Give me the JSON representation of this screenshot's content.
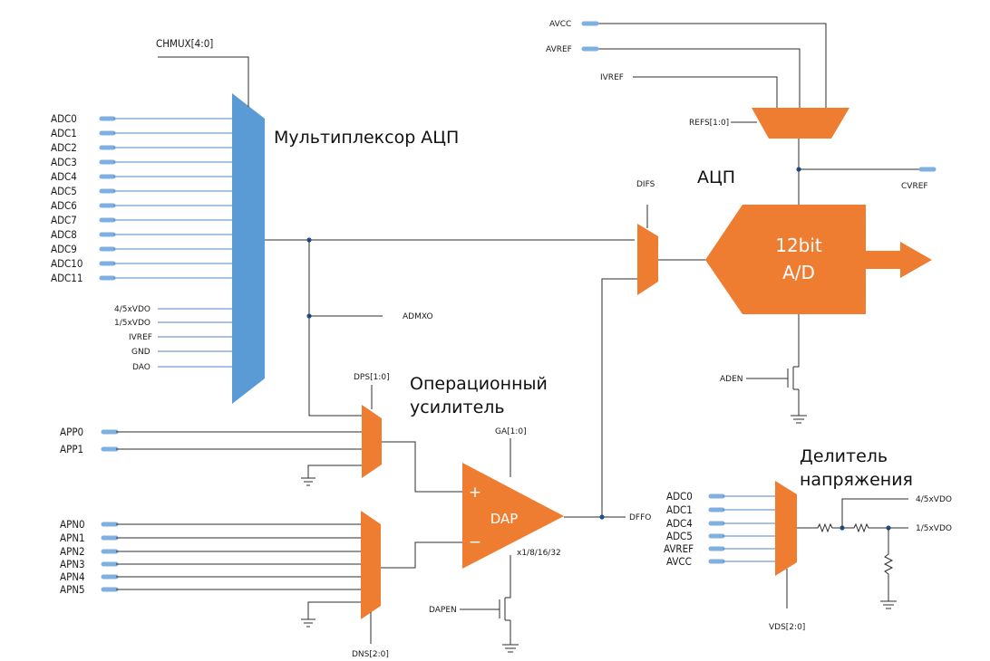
{
  "colors": {
    "orange": "#ee7d31",
    "blue": "#5b9bd5",
    "wire": "#2c2c2c",
    "pin": "#7fb0e0",
    "node": "#1f4f8f"
  },
  "titles": {
    "mux": "Мультиплексор АЦП",
    "adc": "АЦП",
    "opamp_line1": "Операционный",
    "opamp_line2": "усилитель",
    "divider_line1": "Делитель",
    "divider_line2": "напряжения"
  },
  "signals": {
    "chmux": "CHMUX[4:0]",
    "admxo": "ADMXO",
    "dps": "DPS[1:0]",
    "dns": "DNS[2:0]",
    "ga": "GA[1:0]",
    "dffo": "DFFO",
    "dapen": "DAPEN",
    "gain": "x1/8/16/32",
    "difs": "DIFS",
    "aden": "ADEN",
    "avcc": "AVCC",
    "avref": "AVREF",
    "ivref": "IVREF",
    "refs": "REFS[1:0]",
    "cvref": "CVREF",
    "vds": "VDS[2:0]",
    "div_out1": "4/5xVDO",
    "div_out2": "1/5xVDO"
  },
  "mux_inputs": [
    "ADC0",
    "ADC1",
    "ADC2",
    "ADC3",
    "ADC4",
    "ADC5",
    "ADC6",
    "ADC7",
    "ADC8",
    "ADC9",
    "ADC10",
    "ADC11"
  ],
  "mux_internal": [
    "4/5xVDO",
    "1/5xVDO",
    "IVREF",
    "GND",
    "DAO"
  ],
  "app_inputs": [
    "APP0",
    "APP1"
  ],
  "apn_inputs": [
    "APN0",
    "APN1",
    "APN2",
    "APN3",
    "APN4",
    "APN5"
  ],
  "div_inputs": [
    "ADC0",
    "ADC1",
    "ADC4",
    "ADC5",
    "AVREF",
    "AVCC"
  ],
  "blocks": {
    "adc_line1": "12bit",
    "adc_line2": "A/D",
    "dap": "DAP",
    "plus": "+",
    "minus": "−"
  }
}
